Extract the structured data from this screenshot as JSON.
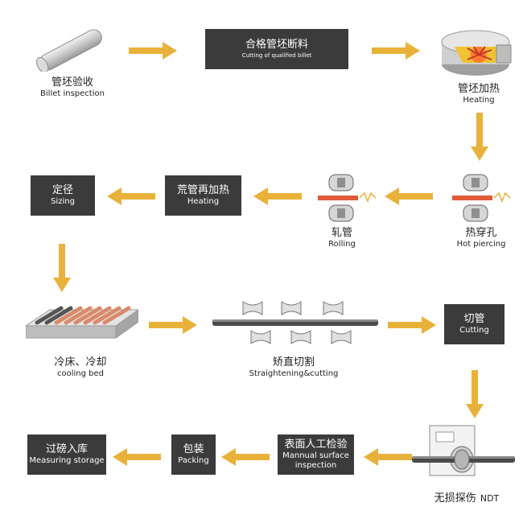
{
  "steps": {
    "billet_inspection": {
      "zh": "管坯验收",
      "en": "Billet inspection"
    },
    "cutting_billet": {
      "zh": "合格管坯断料",
      "en": "Cutting of qualified billet"
    },
    "heating_1": {
      "zh": "管坯加热",
      "en": "Heating"
    },
    "hot_piercing": {
      "zh": "热穿孔",
      "en": "Hot piercing"
    },
    "rolling": {
      "zh": "轧管",
      "en": "Rolling"
    },
    "heating_2": {
      "zh": "荒管再加热",
      "en": "Heating"
    },
    "sizing": {
      "zh": "定径",
      "en": "Sizing"
    },
    "cooling_bed": {
      "zh": "冷床、冷却",
      "en": "cooling bed"
    },
    "straightening": {
      "zh": "矫直切割",
      "en": "Straightening&cutting"
    },
    "cutting_pipe": {
      "zh": "切管",
      "en": "Cutting"
    },
    "ndt": {
      "zh": "无损探伤",
      "en": "NDT"
    },
    "manual_inspection": {
      "zh": "表面人工检验",
      "en": "Mannual surface inspection"
    },
    "packing": {
      "zh": "包装",
      "en": "Packing"
    },
    "measuring_storage": {
      "zh": "过磅入库",
      "en": "Measuring storage"
    }
  },
  "colors": {
    "box": "#3b3b3b",
    "arrow": "#e8b23a",
    "box_text": "#ffffff",
    "pipe_hot": "#d98a6a"
  }
}
